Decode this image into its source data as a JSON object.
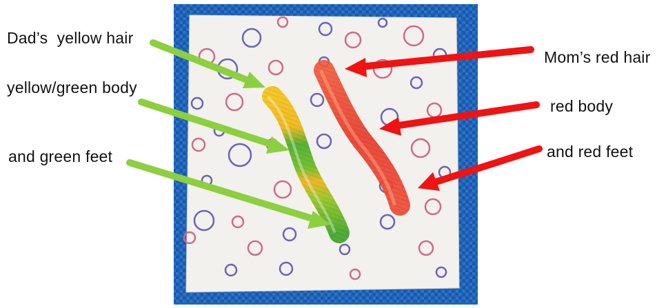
{
  "labels": {
    "dad_hair": "Dad’s  yellow hair",
    "yg_body": "yellow/green body",
    "green_feet": "and green feet",
    "mom_hair": "Mom’s red hair",
    "red_body": "red body",
    "red_feet": "and red feet"
  },
  "colors": {
    "mat_blue": "#1f63b8",
    "napkin": "#f3f2ee",
    "green_arrow": "#8ccf3f",
    "red_arrow": "#f11212",
    "red_worm": "#f0422e",
    "yellow_worm": "#f2c21a",
    "green_worm": "#59b52c"
  }
}
